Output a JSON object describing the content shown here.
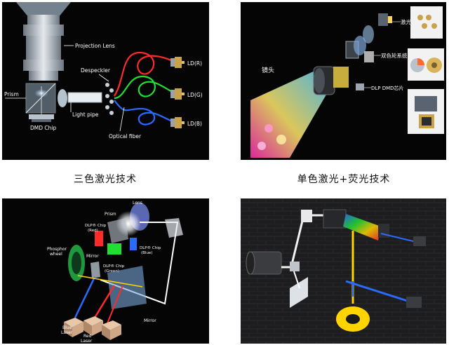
{
  "panel_tl": {
    "labels": {
      "projection_lens": "Projection Lens",
      "despeckler": "Despeckler",
      "prism": "Prism",
      "light_pipe": "Light pipe",
      "dmd_chip": "DMD Chip",
      "optical_fiber": "Optical fiber",
      "ld_r": "LD(R)",
      "ld_g": "LD(G)",
      "ld_b": "LD(B)"
    }
  },
  "panel_tr": {
    "labels": {
      "lens": "镜头",
      "laser_source": "激光光源",
      "color_wheel": "双色轮系统",
      "dmd_chip": "DLP DMD芯片"
    }
  },
  "captions": {
    "left": "三色激光技术",
    "right": "单色激光+荧光技术"
  },
  "panel_bl": {
    "labels": {
      "lens": "Lens",
      "prism": "Prism",
      "dlp_red": "DLP® Chip",
      "dlp_red_sub": "(Red)",
      "dlp_blue": "DLP® Chip",
      "dlp_blue_sub": "(Blue)",
      "dlp_green": "DLP® Chip",
      "dlp_green_sub": "(Green)",
      "phosphor": "Phosphor",
      "phosphor_sub": "wheel",
      "mirror1": "Mirror",
      "mirror2": "Mirror",
      "blue_laser": "Blue",
      "blue_laser_sub": "Laser",
      "red_laser": "Red",
      "red_laser_sub": "Laser"
    }
  },
  "colors": {
    "red": "#ff2a2a",
    "green": "#22dd33",
    "blue": "#2a6bff",
    "yellow": "#ffd400",
    "frame": "#cfd6de"
  }
}
